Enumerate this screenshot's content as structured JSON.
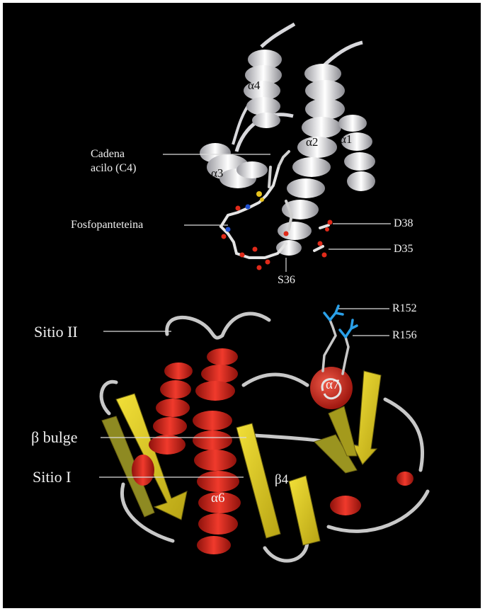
{
  "top_panel": {
    "helices": {
      "a1": "α1",
      "a2": "α2",
      "a3": "α3",
      "a4": "α4"
    },
    "labels": {
      "acyl_chain_line1": "Cadena",
      "acyl_chain_line2": "acilo (C4)",
      "phosphopantetheine": "Fosfopanteteina",
      "d38": "D38",
      "d35": "D35",
      "s36": "S36"
    }
  },
  "bottom_panel": {
    "labels": {
      "site_ii": "Sitio II",
      "beta_bulge": "β bulge",
      "site_i": "Sitio I",
      "r152": "R152",
      "r156": "R156",
      "alpha7": "α7",
      "alpha6": "α6",
      "beta4": "β4"
    }
  },
  "colors": {
    "background": "#000000",
    "helix_top": "#e8e8ec",
    "helix_bottom": "#d8261c",
    "sheet": "#e6d21c",
    "loop": "#c8c8c8",
    "arginine": "#2aa0e8",
    "oxygen": "#e02a1a",
    "nitrogen": "#1f4fd0",
    "sulfur": "#e6c21c",
    "leader_line": "#dcdcdc"
  }
}
